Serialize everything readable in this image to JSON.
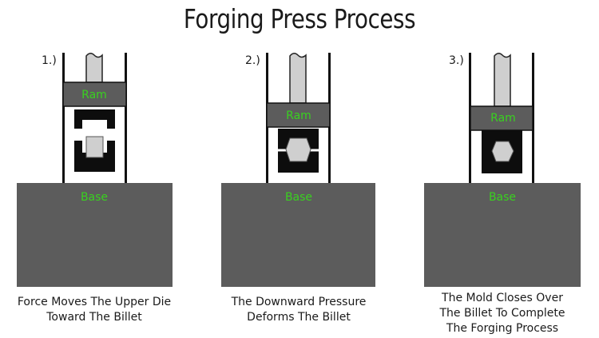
{
  "title": "Forging Press Process",
  "colors": {
    "base_fill": "#5c5c5c",
    "ram_fill": "#5c5c5c",
    "rod_fill": "#cfcfcf",
    "billet_fill": "#cfcfcf",
    "die_fill": "#0d0d0d",
    "label_green": "#39d11f",
    "frame": "#111111"
  },
  "labels": {
    "ram": "Ram",
    "base": "Base"
  },
  "steps": [
    {
      "number": "1.)",
      "caption": [
        "Force Moves The Upper Die",
        "Toward The Billet"
      ]
    },
    {
      "number": "2.)",
      "caption": [
        "The Downward Pressure",
        "Deforms The Billet"
      ]
    },
    {
      "number": "3.)",
      "caption": [
        "The Mold Closes Over",
        "The Billet To Complete",
        "The Forging Process"
      ]
    }
  ]
}
